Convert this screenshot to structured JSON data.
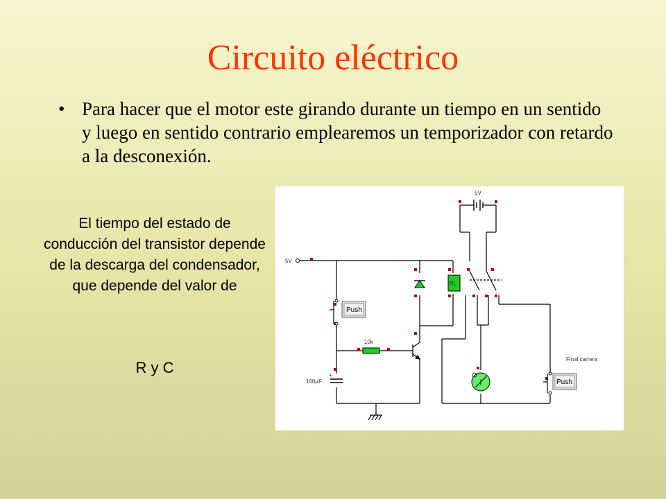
{
  "slide": {
    "title": "Circuito eléctrico",
    "bullet_symbol": "•",
    "bullet": "Para hacer que el motor este girando durante un tiempo en un sentido y luego en sentido contrario emplearemos un temporizador con retardo a la desconexión.",
    "side_text": "El tiempo del estado de conducción del transistor depende de la descarga del condensador, que depende del valor de",
    "side_rc": "R y C"
  },
  "circuit": {
    "supply_top": "5V",
    "supply_left": "5V",
    "relay": "RL",
    "resistor": "10k",
    "capacitor": "100µF",
    "push_left": "Push",
    "push_right": "Push",
    "limit_switch": "Final carrera"
  },
  "colors": {
    "title": "#ff3300",
    "wire": "#000000",
    "terminal": "#b00000",
    "component_green": "#22cc22",
    "motor_green": "#66ee66"
  }
}
